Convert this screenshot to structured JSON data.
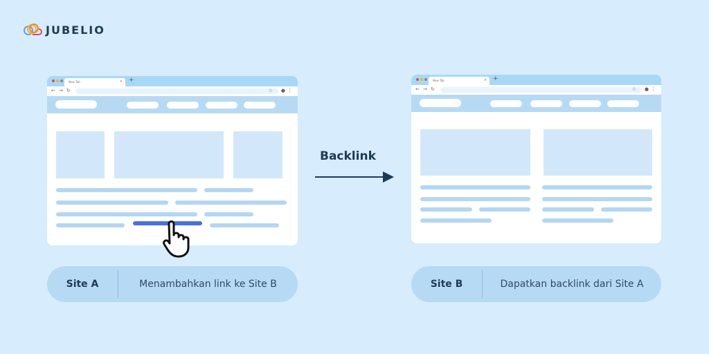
{
  "brand": {
    "name": "JUBELIO"
  },
  "browser": {
    "tab_title": "New Tab",
    "tab_close": "×",
    "new_tab": "+"
  },
  "arrow": {
    "label": "Backlink"
  },
  "site_a": {
    "name": "Site A",
    "description": "Menambahkan link ke Site B"
  },
  "site_b": {
    "name": "Site B",
    "description": "Dapatkan backlink dari Site A"
  },
  "colors": {
    "background": "#d7ecfd",
    "chrome": "#a9d8f6",
    "placeholder": "#d2e8fa",
    "text_line": "#b4d6f2",
    "link_highlight": "#4a6fe0",
    "text": "#1d3a55"
  }
}
